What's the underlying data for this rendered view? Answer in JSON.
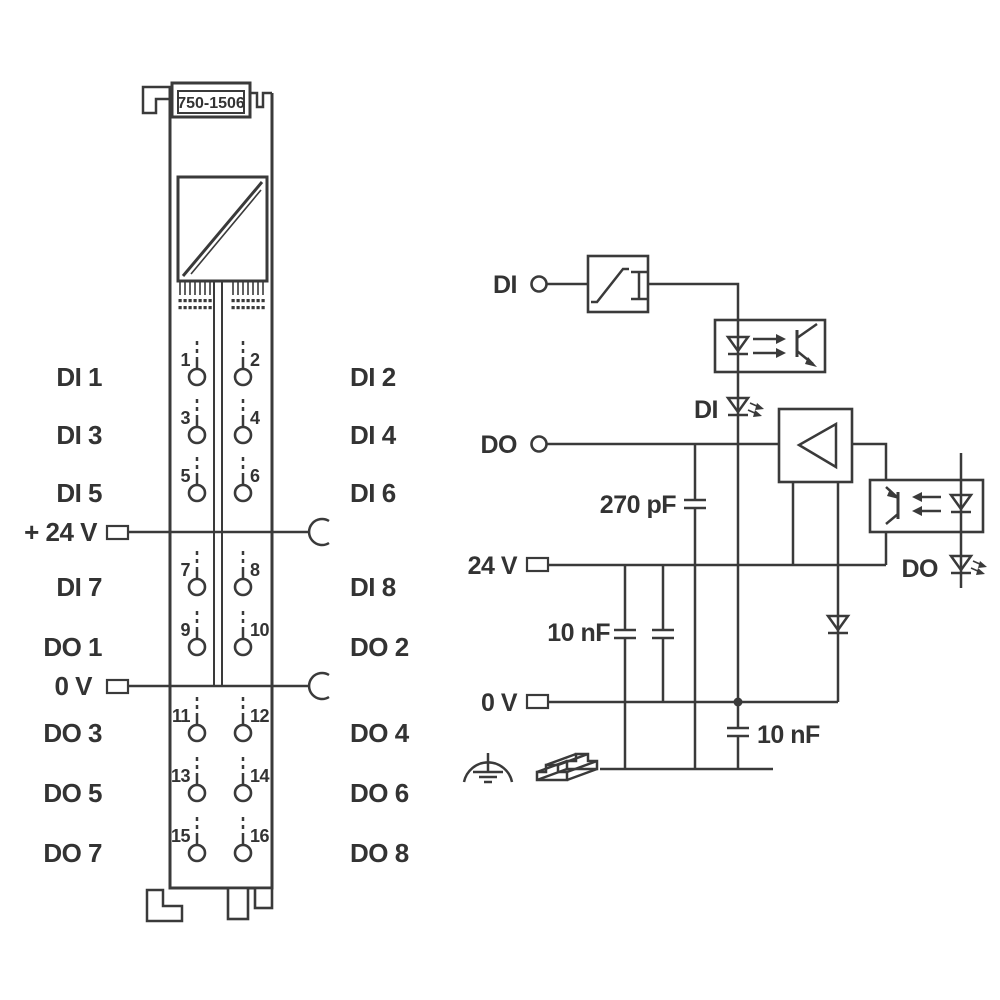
{
  "module": {
    "part_number": "750-1506",
    "rows": [
      {
        "left_label": "DI 1",
        "right_label": "DI 2",
        "left_terminal": "1",
        "right_terminal": "2"
      },
      {
        "left_label": "DI 3",
        "right_label": "DI 4",
        "left_terminal": "3",
        "right_terminal": "4"
      },
      {
        "left_label": "DI 5",
        "right_label": "DI 6",
        "left_terminal": "5",
        "right_terminal": "6"
      },
      {
        "left_label": "DI 7",
        "right_label": "DI 8",
        "left_terminal": "7",
        "right_terminal": "8"
      },
      {
        "left_label": "DO 1",
        "right_label": "DO 2",
        "left_terminal": "9",
        "right_terminal": "10"
      },
      {
        "left_label": "DO 3",
        "right_label": "DO 4",
        "left_terminal": "11",
        "right_terminal": "12"
      },
      {
        "left_label": "DO 5",
        "right_label": "DO 6",
        "left_terminal": "13",
        "right_terminal": "14"
      },
      {
        "left_label": "DO 7",
        "right_label": "DO 8",
        "left_terminal": "15",
        "right_terminal": "16"
      }
    ],
    "power_rails": [
      {
        "label": "+ 24 V"
      },
      {
        "label": "0 V"
      }
    ]
  },
  "schematic": {
    "di_input_label": "DI",
    "do_output_label": "DO",
    "supply_24v_label": "24 V",
    "supply_0v_label": "0 V",
    "cap_270pf_label": "270 pF",
    "cap_10nf_label": "10 nF",
    "cap_10nf_bottom_label": "10 nF",
    "di_led_label": "DI",
    "do_led_label": "DO"
  },
  "colors": {
    "line": "#3a3a3a",
    "text": "#333333",
    "background": "#ffffff"
  }
}
